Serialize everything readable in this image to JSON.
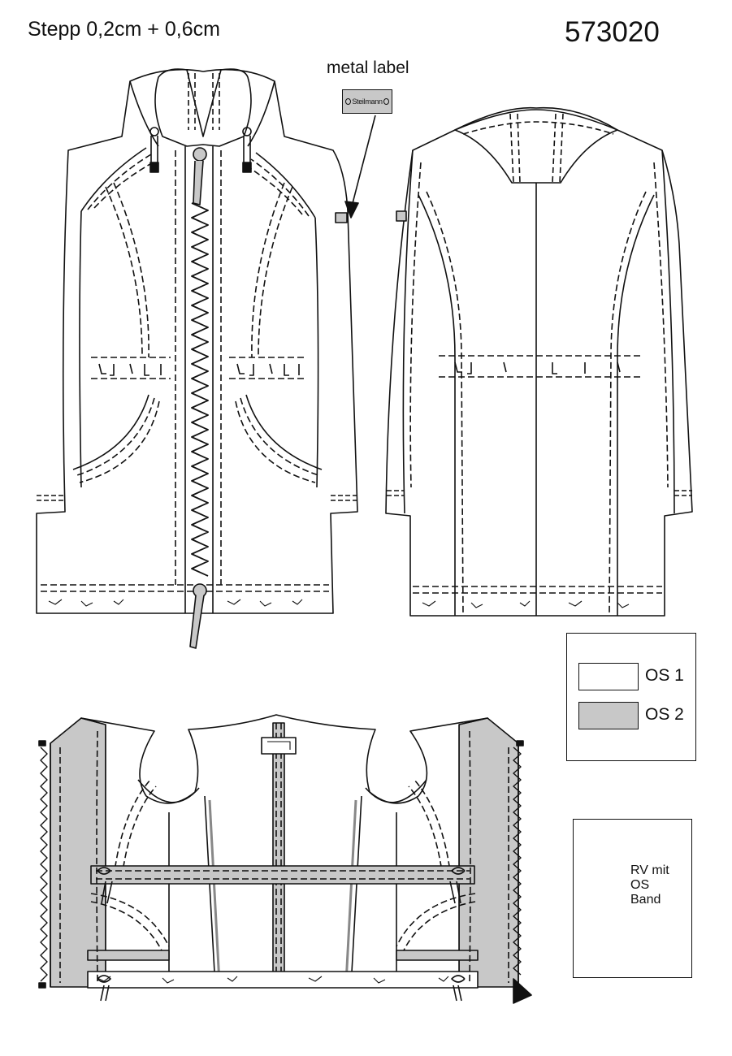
{
  "header": {
    "stitch_note": "Stepp 0,2cm + 0,6cm",
    "article_number": "573020"
  },
  "metal_label": {
    "caption": "metal label",
    "brand_text": "Steilmann"
  },
  "legend": {
    "items": [
      {
        "label": "OS 1",
        "color": "#ffffff"
      },
      {
        "label": "OS 2",
        "color": "#c8c8c8"
      }
    ]
  },
  "zipper_detail": {
    "lines": [
      "RV mit",
      "OS",
      "Band"
    ]
  },
  "colors": {
    "line": "#111111",
    "fill_os2": "#c8c8c8",
    "fill_os1": "#ffffff"
  },
  "views": [
    "front-view",
    "back-view",
    "inside-view"
  ]
}
